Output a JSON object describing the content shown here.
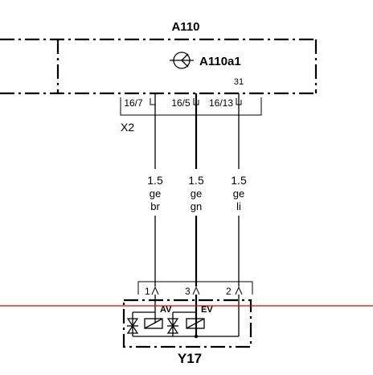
{
  "module": {
    "title": "A110",
    "subcomponent": "A110a1",
    "top_pin": "31",
    "icon": "motor-actuator-icon"
  },
  "connector": {
    "name": "X2",
    "pins": [
      {
        "label": "16/7"
      },
      {
        "label": "16/5"
      },
      {
        "label": "16/13"
      }
    ]
  },
  "wires": [
    {
      "size": "1.5",
      "color1": "ge",
      "color2": "br"
    },
    {
      "size": "1.5",
      "color1": "ge",
      "color2": "gn"
    },
    {
      "size": "1.5",
      "color1": "ge",
      "color2": "li"
    }
  ],
  "valve": {
    "name": "Y17",
    "pins": [
      {
        "label": "1"
      },
      {
        "label": "3"
      },
      {
        "label": "2"
      }
    ],
    "coil1": "AV",
    "coil2": "EV"
  },
  "colors": {
    "line": "#000000",
    "marker": "#e00000",
    "background": "#ffffff"
  }
}
